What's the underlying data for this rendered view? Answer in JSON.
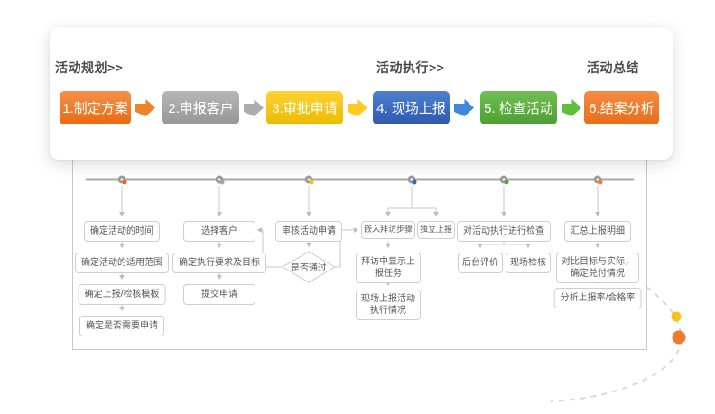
{
  "phases": {
    "planning": "活动规划>>",
    "execution": "活动执行>>",
    "summary": "活动总结"
  },
  "steps": [
    {
      "label": "1.制定方案",
      "color": "#ED7020"
    },
    {
      "label": "2.申报客户",
      "color": "#A6A6A6"
    },
    {
      "label": "3.审批申请",
      "color": "#F5C30F"
    },
    {
      "label": "4. 现场上报",
      "color": "#3F6EC2"
    },
    {
      "label": "5. 检查活动",
      "color": "#5FAF41"
    },
    {
      "label": "6.结案分析",
      "color": "#EE7D2E"
    }
  ],
  "arrow_colors": [
    "#F0822C",
    "#ACACAC",
    "#FFC91F",
    "#3F86DC",
    "#5EC13D"
  ],
  "flow": {
    "col1": {
      "node_color": "#E8690F",
      "b1": "确定活动的时间",
      "b2": "确定活动的适用范围",
      "b3": "确定上报/检核模板",
      "b4": "确定是否需要申请"
    },
    "col2": {
      "node_color": "#A6A6A6",
      "b1": "选择客户",
      "b2": "确定执行要求及目标",
      "b3": "提交申请"
    },
    "col3": {
      "node_color": "#F3C50F",
      "b1": "审核活动申请",
      "decision": "是否通过"
    },
    "col4": {
      "node_color": "#3467BE",
      "b1": "嵌入拜访步骤",
      "b2": "独立上报",
      "b3": "拜访中显示上报任务",
      "b4": "现场上报活动执行情况"
    },
    "col5": {
      "node_color": "#53A42E",
      "b1": "对活动执行进行检查",
      "b2": "后台评价",
      "b3": "现场检核"
    },
    "col6": {
      "node_color": "#ED7D31",
      "b1": "汇总上报明细",
      "b2": "对比目标与实际，确定兑付情况",
      "b3": "分析上报率/合格率"
    }
  },
  "decor": {
    "yellow_dot_color": "#F5C21B",
    "orange_dot_color": "#ED7A2E",
    "curve_color": "#D9D9D9"
  },
  "palette": {
    "timeline_line": "#A8A8A8",
    "node_ring": "#9B9B9B",
    "connector": "#C9C9C9",
    "box_border": "#CFCFCF",
    "box_text": "#595959",
    "phase_label_text": "#4A4A4A"
  }
}
